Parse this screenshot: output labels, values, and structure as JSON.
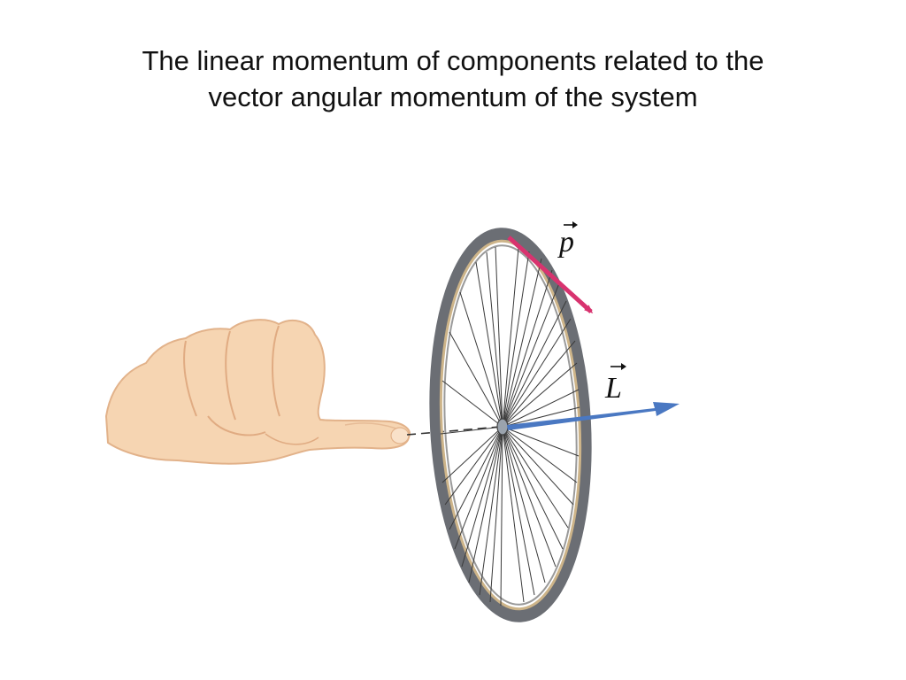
{
  "slide": {
    "title_line1": "The linear momentum of components related to the",
    "title_line2": "vector angular momentum of the system"
  },
  "figure": {
    "p_label": "p",
    "L_label": "L",
    "colors": {
      "p_arrow": "#d8336f",
      "L_arrow": "#4a78c2",
      "tire": "#6b6e74",
      "rim": "#cdb489",
      "skin": "#f6d5b2"
    }
  }
}
